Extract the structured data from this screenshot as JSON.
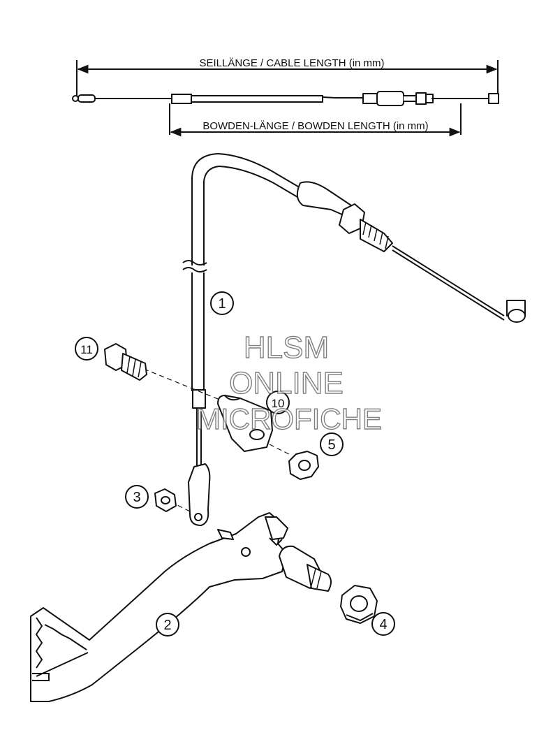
{
  "labels": {
    "cable_length": "SEILLÄNGE / CABLE LENGTH (in mm)",
    "bowden_length": "BOWDEN-LÄNGE / BOWDEN LENGTH (in mm)"
  },
  "callouts": {
    "c1": "1",
    "c2": "2",
    "c3": "3",
    "c4": "4",
    "c5": "5",
    "c10": "10",
    "c11": "11"
  },
  "watermark": {
    "line1": "HLSM",
    "line2": "ONLINE",
    "line3": "MICROFICHE"
  }
}
